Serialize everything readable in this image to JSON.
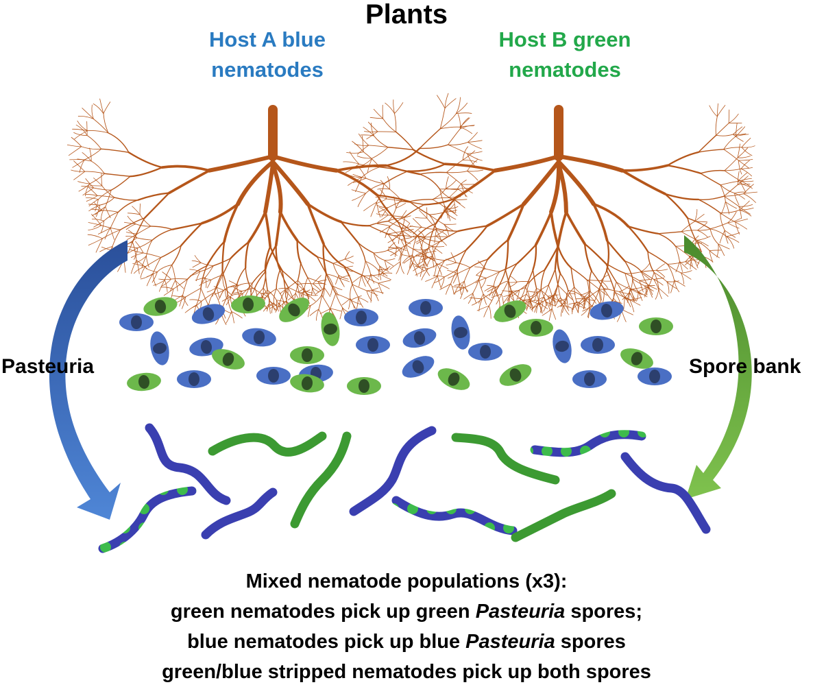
{
  "title": "Plants",
  "host_a": {
    "line1": "Host A  blue",
    "line2": "nematodes",
    "color": "#2a7bc1"
  },
  "host_b": {
    "line1": "Host B green",
    "line2": "nematodes",
    "color": "#22a84a"
  },
  "left_label": "Pasteuria",
  "right_label": "Spore bank",
  "caption": {
    "line1": "Mixed nematode populations (x3):",
    "line2_pre": "green nematodes pick up green ",
    "line2_italic": "Pasteuria",
    "line2_post": " spores;",
    "line3_pre": "blue nematodes pick up blue ",
    "line3_italic": "Pasteuria",
    "line3_post": " spores",
    "line4": "green/blue stripped nematodes pick up both spores"
  },
  "colors": {
    "root": "#b5561a",
    "spore_blue": "#4a6fc4",
    "spore_green": "#6cb84b",
    "nematode_blue": "#3a3fb0",
    "nematode_green": "#3c9a32",
    "arrow_blue": "#3b6fbd",
    "arrow_green": "#5f9a3a"
  }
}
